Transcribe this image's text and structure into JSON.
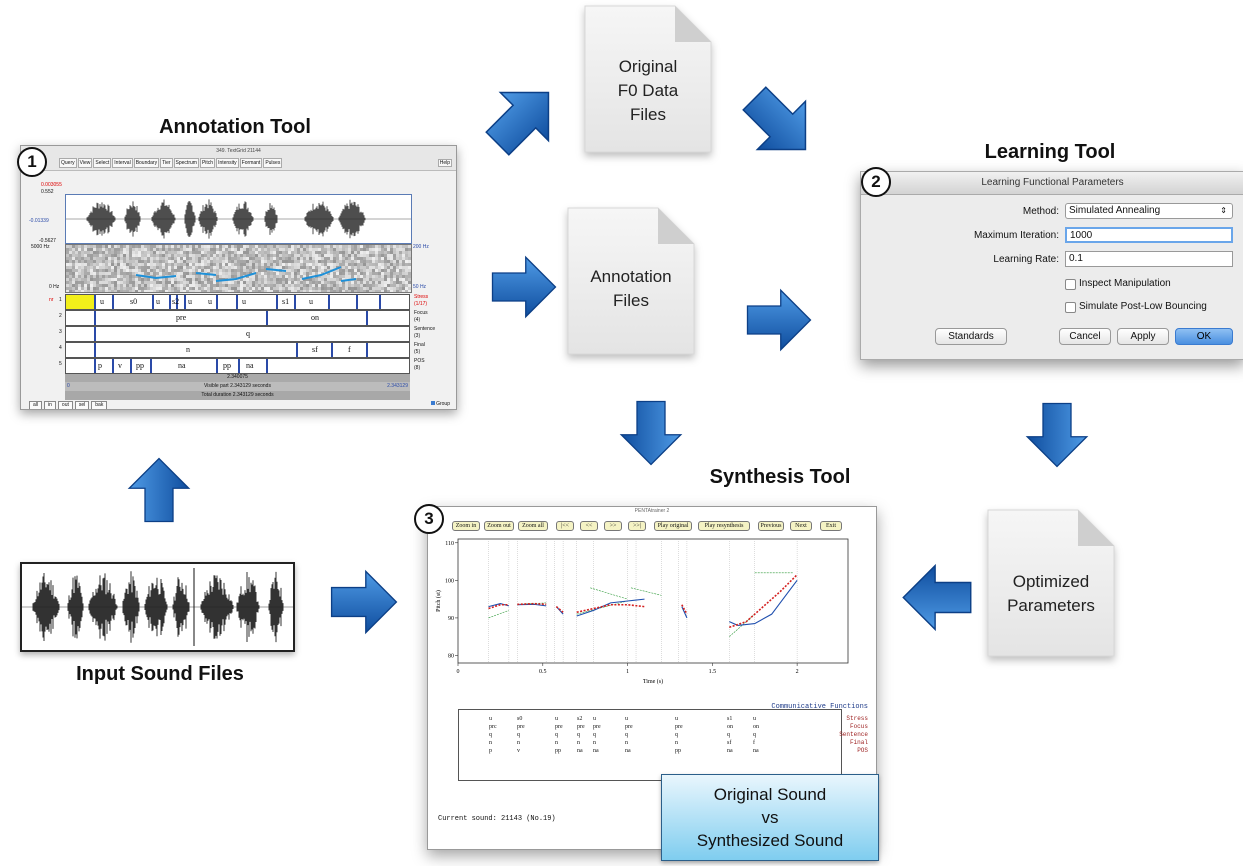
{
  "titles": {
    "annotation": "Annotation Tool",
    "learning": "Learning Tool",
    "synthesis": "Synthesis Tool",
    "input": "Input Sound Files"
  },
  "badges": [
    "1",
    "2",
    "3"
  ],
  "files": {
    "original_f0": [
      "Original",
      "F0 Data",
      "Files"
    ],
    "annotation": [
      "Annotation",
      "Files"
    ],
    "optimized": [
      "Optimized",
      "Parameters"
    ]
  },
  "comparison": [
    "Original Sound",
    "vs",
    "Synthesized Sound"
  ],
  "colors": {
    "arrow": "#1a63b8",
    "pitch_original": "#1f4fae",
    "pitch_synth": "#d42020",
    "accent_blue": "#7fcdef"
  },
  "annotation_tool": {
    "window_title": "349. TextGrid 21144",
    "menu": [
      "Query",
      "View",
      "Select",
      "Interval",
      "Boundary",
      "Tier",
      "Spectrum",
      "Pitch",
      "Intensity",
      "Formant",
      "Pulses"
    ],
    "help": "Help",
    "wave_labels": {
      "top_red": "0.003055",
      "top": "0.552",
      "mid": "-0.01339",
      "bottom": "-0.5627"
    },
    "spec_labels": {
      "top": "5000 Hz",
      "bottom": "0 Hz",
      "right_top": "200 Hz",
      "right_bottom": "50 Hz"
    },
    "tiers": [
      {
        "num": "1",
        "name": "Stress",
        "sub": "(1/17)",
        "cells": [
          "u",
          "s0",
          "u",
          "s2",
          "u",
          "u",
          "u",
          "s1",
          "u"
        ]
      },
      {
        "num": "2",
        "name": "Focus",
        "sub": "(4)",
        "cells": [
          "pre",
          "on"
        ]
      },
      {
        "num": "3",
        "name": "Sentence",
        "sub": "(3)",
        "cells": [
          "q"
        ]
      },
      {
        "num": "4",
        "name": "Final",
        "sub": "(5)",
        "cells": [
          "n",
          "sf",
          "f"
        ]
      },
      {
        "num": "5",
        "name": "POS",
        "sub": "(8)",
        "cells": [
          "p",
          "v",
          "pp",
          "na",
          "pp",
          "na"
        ]
      }
    ],
    "tier1_prefix": "nr",
    "time_value": "2.340075",
    "visible_start": "0",
    "visible_text": "Visible part 2.343129 seconds",
    "visible_end": "2.343129",
    "total_text": "Total duration 2.343129 seconds",
    "bottom_buttons": [
      "all",
      "in",
      "out",
      "sel",
      "bak"
    ],
    "group": "Group"
  },
  "learning_tool": {
    "window_title": "Learning Functional Parameters",
    "method_label": "Method:",
    "method_value": "Simulated Annealing",
    "max_iter_label": "Maximum Iteration:",
    "max_iter_value": "1000",
    "rate_label": "Learning Rate:",
    "rate_value": "0.1",
    "check1": "Inspect Manipulation",
    "check2": "Simulate Post-Low Bouncing",
    "buttons": {
      "standards": "Standards",
      "cancel": "Cancel",
      "apply": "Apply",
      "ok": "OK"
    }
  },
  "synthesis_tool": {
    "window_title": "PENTAtrainer 2",
    "buttons": [
      "Zoom in",
      "Zoom out",
      "Zoom all",
      "|<<",
      "<<",
      ">>",
      ">>|",
      "Play original",
      "Play resynthesis",
      "Previous",
      "Next",
      "Exit"
    ],
    "ylabel": "Pitch (st)",
    "xlabel": "Time (s)",
    "yticks": [
      "110",
      "100",
      "90",
      "80"
    ],
    "xticks": [
      "0",
      "0.5",
      "1",
      "1.5",
      "2"
    ],
    "cf_title": "Communicative Functions",
    "cf_rows": [
      "Stress",
      "Focus",
      "Sentence",
      "Final",
      "POS"
    ],
    "cf_columns": [
      [
        "u",
        "prc",
        "q",
        "n",
        "p"
      ],
      [
        "s0",
        "pre",
        "q",
        "n",
        "v"
      ],
      [
        "u",
        "pre",
        "q",
        "n",
        "pp"
      ],
      [
        "s2",
        "pre",
        "q",
        "n",
        "na"
      ],
      [
        "u",
        "pre",
        "q",
        "n",
        "na"
      ],
      [
        "u",
        "pre",
        "q",
        "n",
        "na"
      ],
      [
        "u",
        "pre",
        "q",
        "n",
        "pp"
      ],
      [
        "s1",
        "on",
        "q",
        "sf",
        "na"
      ],
      [
        "u",
        "on",
        "q",
        "f",
        "na"
      ]
    ],
    "current_sound": "Current sound: 21143 (No.19)"
  },
  "chart_data": {
    "type": "line",
    "xlabel": "Time (s)",
    "ylabel": "Pitch (st)",
    "xlim": [
      0,
      2.3
    ],
    "ylim": [
      78,
      111
    ],
    "series": [
      {
        "segments": [
          [
            [
              0.18,
              93
            ],
            [
              0.25,
              93.8
            ],
            [
              0.3,
              93.2
            ]
          ],
          [
            [
              0.35,
              93.5
            ],
            [
              0.45,
              93.6
            ],
            [
              0.52,
              93.2
            ]
          ],
          [
            [
              0.58,
              93
            ],
            [
              0.62,
              91
            ]
          ],
          [
            [
              0.7,
              90.5
            ],
            [
              0.8,
              92
            ],
            [
              0.9,
              94
            ],
            [
              1.0,
              94.5
            ],
            [
              1.1,
              95
            ]
          ],
          [
            [
              1.32,
              93
            ],
            [
              1.35,
              90
            ]
          ],
          [
            [
              1.6,
              89
            ],
            [
              1.65,
              88
            ],
            [
              1.75,
              88.5
            ],
            [
              1.85,
              91
            ],
            [
              1.95,
              97
            ],
            [
              2.0,
              100
            ]
          ]
        ]
      },
      {
        "segments": [
          [
            [
              0.18,
              92.5
            ],
            [
              0.25,
              93.5
            ],
            [
              0.3,
              93.5
            ]
          ],
          [
            [
              0.35,
              93.6
            ],
            [
              0.45,
              93.8
            ],
            [
              0.52,
              93.6
            ]
          ],
          [
            [
              0.58,
              93
            ],
            [
              0.62,
              91.5
            ]
          ],
          [
            [
              0.7,
              91.5
            ],
            [
              0.8,
              92.5
            ],
            [
              0.9,
              93.5
            ],
            [
              1.0,
              93.5
            ],
            [
              1.1,
              93
            ]
          ],
          [
            [
              1.32,
              93.5
            ],
            [
              1.35,
              91
            ]
          ],
          [
            [
              1.6,
              87.5
            ],
            [
              1.7,
              89
            ],
            [
              1.8,
              93
            ],
            [
              1.9,
              97
            ],
            [
              2.0,
              101.5
            ]
          ]
        ]
      }
    ]
  }
}
